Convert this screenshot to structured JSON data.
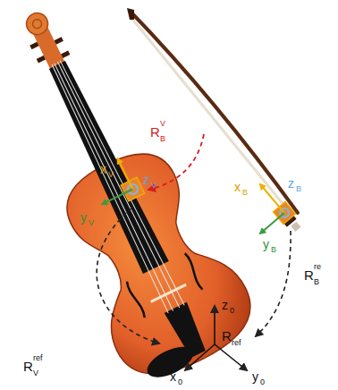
{
  "diagram": {
    "labels": [
      "x",
      "V",
      "y",
      "V",
      "z",
      "V",
      "R",
      "B",
      "V",
      "x",
      "B",
      "z",
      "B",
      "y",
      "B",
      "R",
      "V",
      "ref",
      "R",
      "B",
      "re",
      "z",
      "0",
      "x",
      "0",
      "y",
      "0",
      "R",
      "ref"
    ]
  }
}
